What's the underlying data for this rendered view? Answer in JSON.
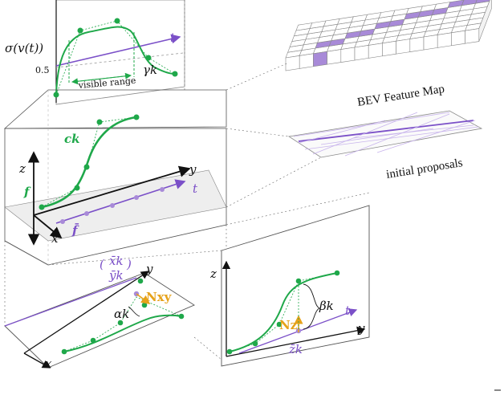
{
  "colors": {
    "green": "#1fa84a",
    "purple": "#7b50c8",
    "orange": "#e6a21a",
    "black": "#111111",
    "grid": "#9a9a9a",
    "highlight": "#a88ad8"
  },
  "labels": {
    "sigma_axis": "σ(v(t))",
    "half_tick": "0.5",
    "t_axis": "t",
    "visible_range": "visible range",
    "gamma_k": "γk",
    "bev_map": "BEV Feature Map",
    "initial_proposals": "initial proposals",
    "c_k": "ck",
    "f": "f",
    "f_bar": "f̄",
    "z_axis": "z",
    "y_axis": "y",
    "x_axis": "x",
    "t_axis_3d": "t",
    "xk_bar": "x̄k",
    "yk_bar": "ȳk",
    "alpha_k": "αk",
    "n_xy": "Nxy",
    "beta_k": "βk",
    "n_z": "Nz",
    "zk_bar": "z̄k",
    "side_z": "z",
    "side_y": "y",
    "side_t": "t",
    "bottom_y": "y",
    "bottom_x": "x"
  }
}
